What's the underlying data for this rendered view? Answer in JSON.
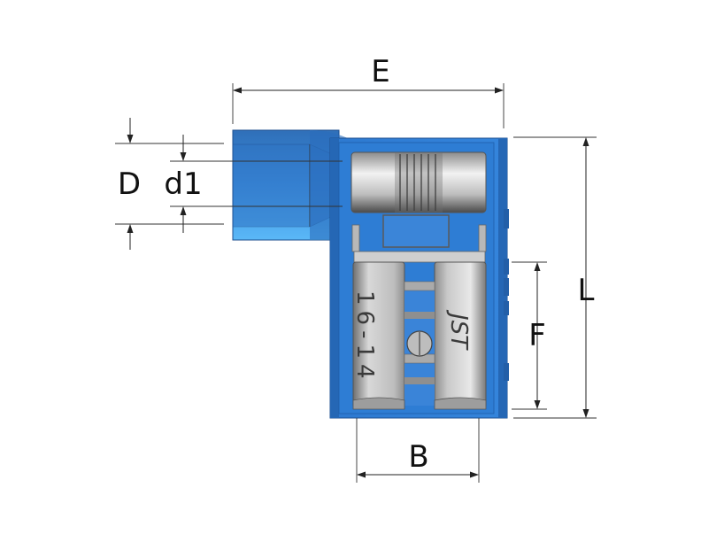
{
  "dimensions": {
    "E": "E",
    "D": "D",
    "d1": "d1",
    "L": "L",
    "F": "F",
    "B": "B"
  },
  "marking": {
    "size": "16-14",
    "logo": "JST"
  },
  "colors": {
    "insulation": "#2f7fd6",
    "insulation_dark": "#1d5aa8",
    "insulation_light": "#58b4f5",
    "metal": "#9a9a9a",
    "metal_light": "#e6e6e6",
    "dimension": "#222222"
  }
}
